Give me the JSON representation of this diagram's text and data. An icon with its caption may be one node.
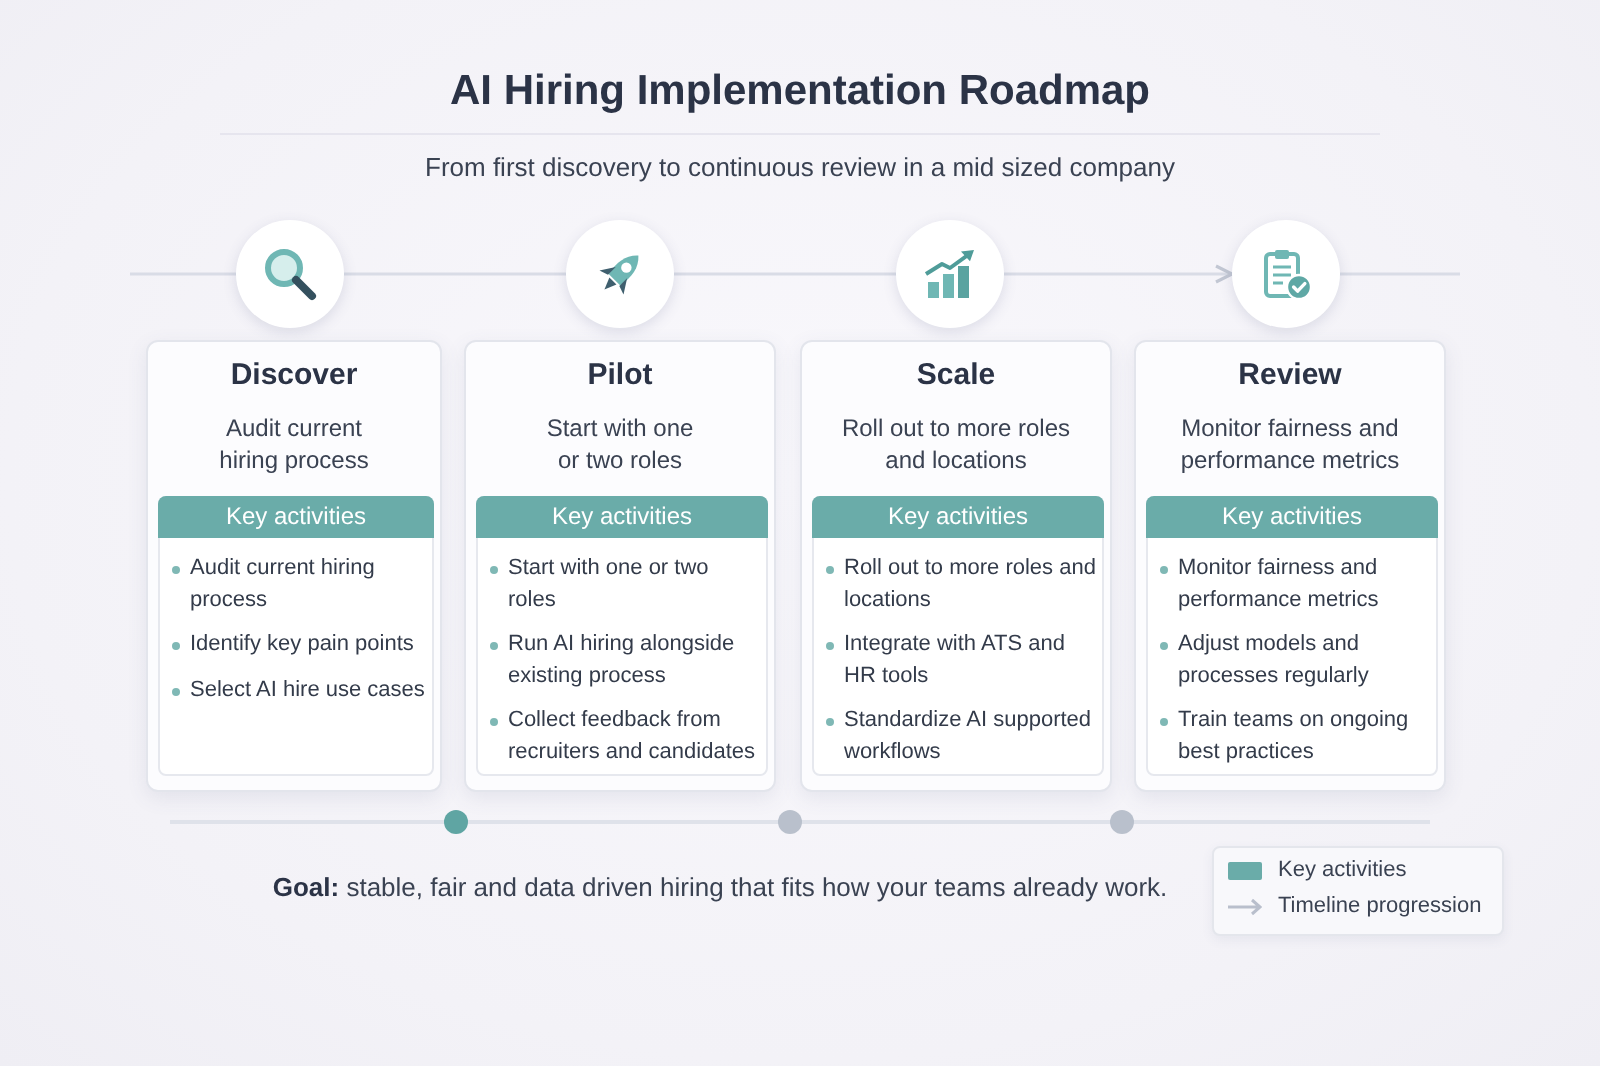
{
  "diagram": {
    "title": "AI Hiring Implementation Roadmap",
    "nodes": [
      {
        "text": [],
        "shape": "circle"
      },
      {
        "text": [],
        "shape": "circle"
      },
      {
        "text": [],
        "shape": "circle"
      },
      {
        "text": [],
        "shape": "circle"
      },
      {
        "text": [
          "Discover",
          "Audit current hiring process"
        ]
      },
      {
        "text": [
          "Key activities",
          "Audit current hiring process",
          "Identify key pain points",
          "Select AI hire use cases"
        ],
        "in": 4
      },
      {
        "text": [
          "Pilot",
          "Start with one or two roles"
        ]
      },
      {
        "text": [
          "Key activities",
          "Start with one or two roles",
          "Run AI hiring alongside existing process",
          "Collect feedback from recruiters and candidates"
        ],
        "in": 6
      },
      {
        "text": [
          "Scale",
          "Roll out to more roles and locations"
        ]
      },
      {
        "text": [
          "Key activities",
          "Roll out to more roles and locations",
          "Integrate with ATS and HR tools",
          "Standardize AI supported workflows"
        ],
        "in": 8
      },
      {
        "text": [
          "Review",
          "Monitor fairness and performance metrics"
        ]
      },
      {
        "text": [
          "Key activities",
          "Monitor fairness and performance metrics",
          "Adjust models and processes regularly",
          "Train teams on ongoing best practices"
        ],
        "in": 10
      }
    ],
    "edges": [
      {
        "from": null,
        "to": 0,
        "arrow": "none"
      },
      {
        "from": 0,
        "to": 1,
        "arrow": "none"
      },
      {
        "from": 1,
        "to": 2,
        "arrow": "none"
      },
      {
        "from": 2,
        "to": 3,
        "arrow": "to"
      },
      {
        "from": 3,
        "to": null,
        "arrow": "none"
      }
    ],
    "labels": [
      "From first discovery to continuous review in a mid sized company",
      "**Goal:** stable, fair and data driven hiring that fits how your teams already work."
    ],
    "legend": [
      {
        "text": "Key activities",
        "color": "#6aaca9"
      },
      {
        "text": "Timeline progression"
      }
    ]
  }
}
